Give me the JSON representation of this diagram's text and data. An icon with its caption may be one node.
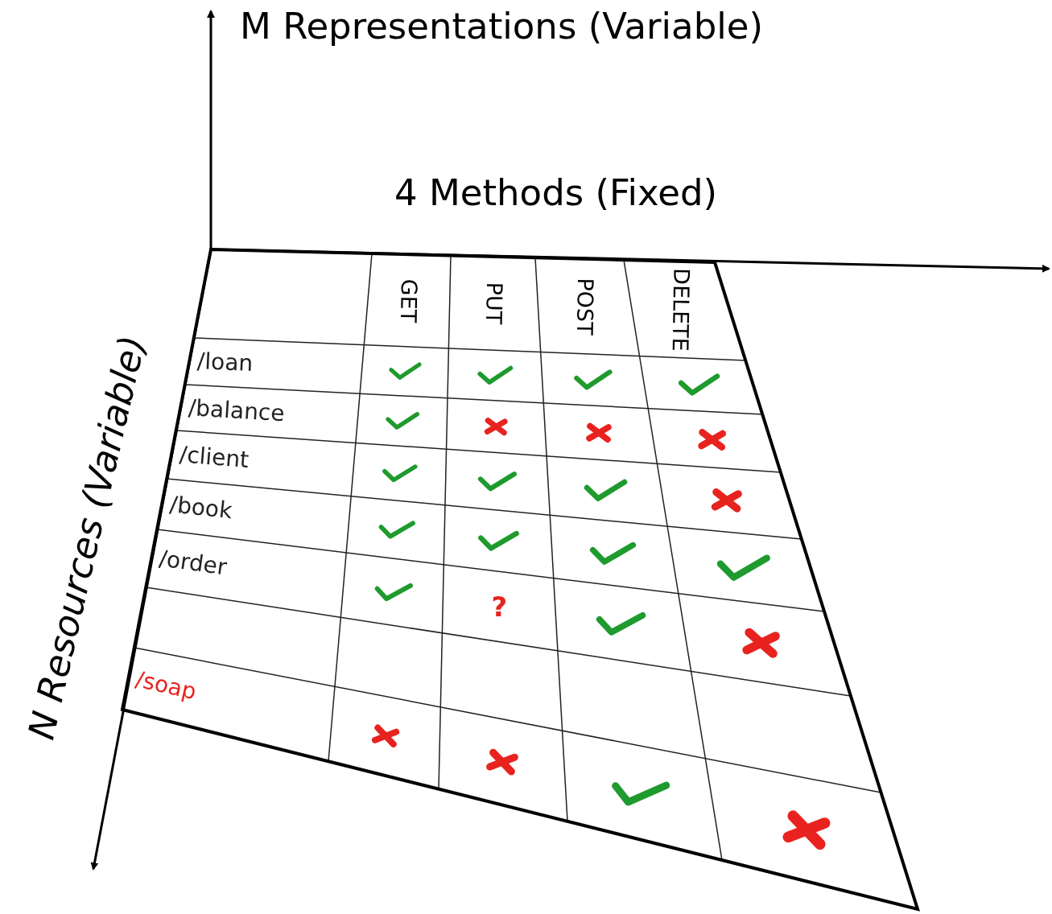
{
  "diagram": {
    "labels": [
      "M Representations (Variable)",
      "4 Methods (Fixed)",
      "N Resources (Variable)",
      "GET",
      "PUT",
      "POST",
      "DELETE",
      "/loan",
      "/balance",
      "/client",
      "/book",
      "/order",
      "/soap",
      "?"
    ]
  }
}
